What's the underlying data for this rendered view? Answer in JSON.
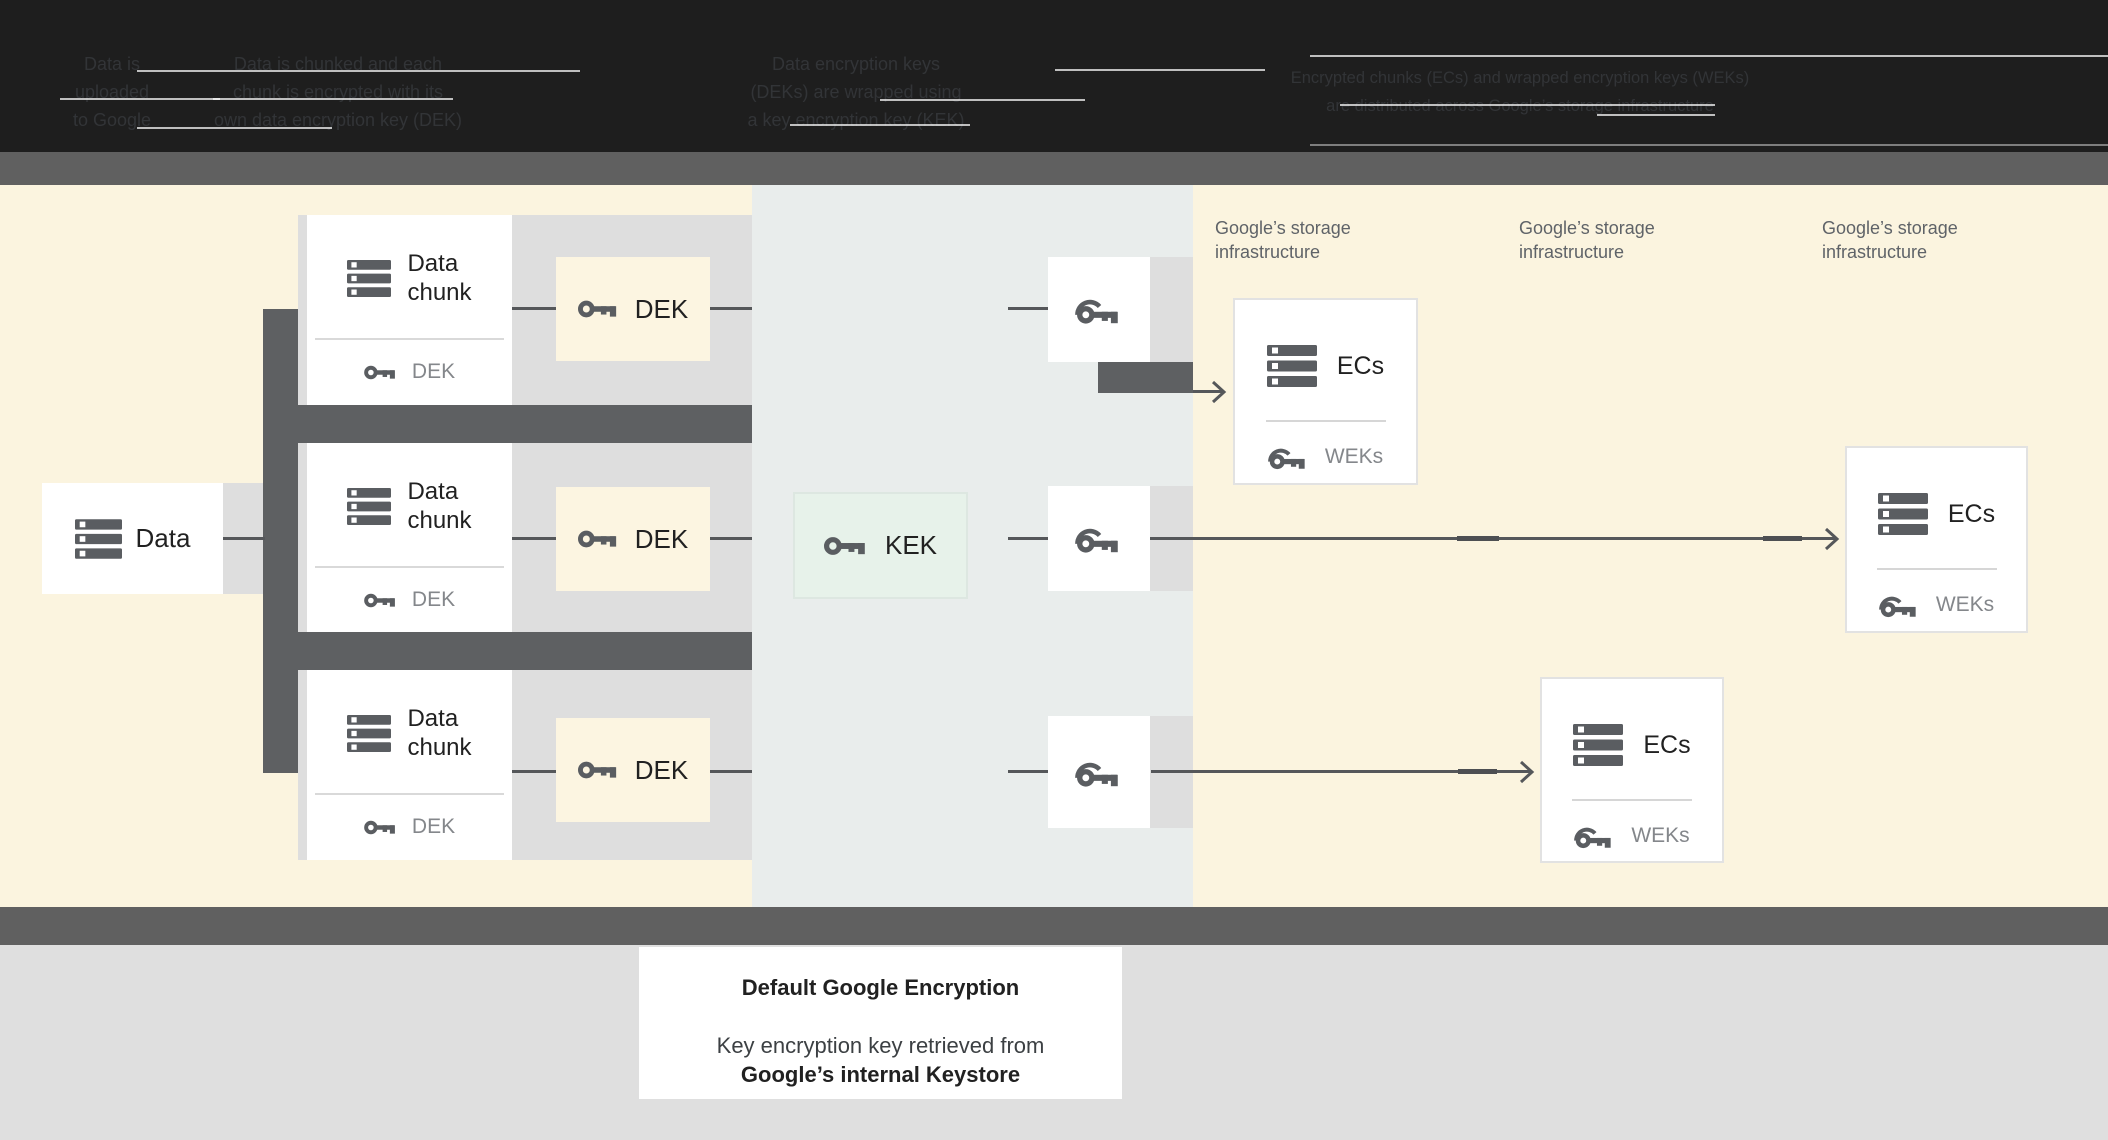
{
  "header": {
    "steps": [
      {
        "lines": [
          "Data is",
          "uploaded",
          "to Google"
        ]
      },
      {
        "lines": [
          "Data is chunked and each",
          "chunk is encrypted with its",
          "own data encryption key (DEK)"
        ]
      },
      {
        "lines": [
          "Data encryption keys",
          "(DEKs) are wrapped using",
          "a key encryption key (KEK)"
        ]
      },
      {
        "lines": [
          "Encrypted chunks (ECs) and wrapped encryption keys (WEKs)",
          "are distributed across Google’s storage infrastructure"
        ]
      }
    ]
  },
  "diagram": {
    "data_box": {
      "label": "Data"
    },
    "chunk_boxes": [
      {
        "title_line1": "Data",
        "title_line2": "chunk",
        "key_label": "DEK"
      },
      {
        "title_line1": "Data",
        "title_line2": "chunk",
        "key_label": "DEK"
      },
      {
        "title_line1": "Data",
        "title_line2": "chunk",
        "key_label": "DEK"
      }
    ],
    "dek_boxes": [
      {
        "label": "DEK"
      },
      {
        "label": "DEK"
      },
      {
        "label": "DEK"
      }
    ],
    "kek_box": {
      "label": "KEK"
    },
    "storage_labels": [
      {
        "line1": "Google’s storage",
        "line2": "infrastructure"
      },
      {
        "line1": "Google’s storage",
        "line2": "infrastructure"
      },
      {
        "line1": "Google’s storage",
        "line2": "infrastructure"
      }
    ],
    "ecs_boxes": [
      {
        "title": "ECs",
        "key_label": "WEKs"
      },
      {
        "title": "ECs",
        "key_label": "WEKs"
      },
      {
        "title": "ECs",
        "key_label": "WEKs"
      }
    ]
  },
  "caption": {
    "title": "Default Google Encryption",
    "body_line1": "Key encryption key retrieved from",
    "body_line2": "Google’s internal Keystore"
  },
  "colors": {
    "header_bg": "#1e1e1e",
    "divider_gray": "#606060",
    "section_yellow": "#fbf4df",
    "section_blue": "#e9edec",
    "band_gray": "#dedede",
    "bar_dark": "#5e6062",
    "box_yellow": "#fcf5e1",
    "box_mint": "#e7f2ea",
    "text_dark": "#212121",
    "text_secondary": "#84878b",
    "storage_label": "#5f6368",
    "bottom_bg": "#dfdfdf"
  }
}
